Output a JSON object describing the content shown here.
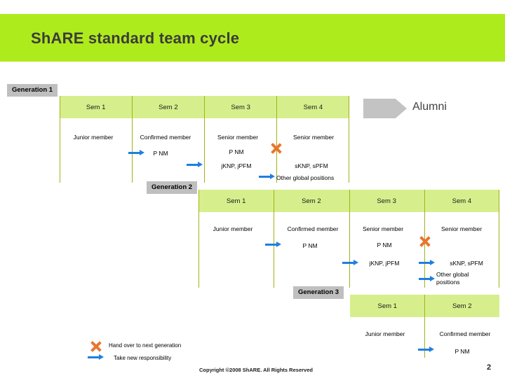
{
  "slide": {
    "title": "ShARE standard team cycle",
    "page_number": "2",
    "copyright": "Copyright ©2008 ShARE. All Rights Reserved",
    "colors": {
      "banner_green": "#AEEB1C",
      "bar_green": "#D6EF8C",
      "grid_olive": "#A3B218",
      "tag_gray": "#BFBFBF",
      "arrow_blue": "#1F7FE0",
      "x_orange": "#E8762C",
      "alumni_gray": "#C3C3C3"
    }
  },
  "alumni": {
    "label": "Alumni",
    "icon": "chevron-arrow-right"
  },
  "generations": [
    {
      "tag": "Generation 1",
      "semesters": [
        "Sem 1",
        "Sem 2",
        "Sem 3",
        "Sem 4"
      ],
      "roles": [
        "Junior member",
        "Confirmed member",
        "Senior member",
        "Senior member"
      ],
      "positions": {
        "sem2_p_nm": "P  NM",
        "sem3_p_nm": "P  NM",
        "sem3_jknp": "jKNP, jPFM",
        "sem4_sknp": "sKNP, sPFM",
        "sem4_other": "Other global positions"
      }
    },
    {
      "tag": "Generation 2",
      "semesters": [
        "Sem 1",
        "Sem 2",
        "Sem 3",
        "Sem 4"
      ],
      "roles": [
        "Junior member",
        "Confirmed member",
        "Senior member",
        "Senior member"
      ],
      "positions": {
        "sem2_p_nm": "P  NM",
        "sem3_p_nm": "P  NM",
        "sem3_jknp": "jKNP, jPFM",
        "sem4_sknp": "sKNP, sPFM",
        "sem4_other_line1": "Other global",
        "sem4_other_line2": "positions"
      }
    },
    {
      "tag": "Generation 3",
      "semesters": [
        "Sem 1",
        "Sem 2"
      ],
      "roles": [
        "Junior member",
        "Confirmed member"
      ],
      "positions": {
        "sem2_p_nm": "P  NM"
      }
    }
  ],
  "legend": {
    "hand_over": "Hand over to next generation",
    "take_new": "Take new responsibility"
  }
}
